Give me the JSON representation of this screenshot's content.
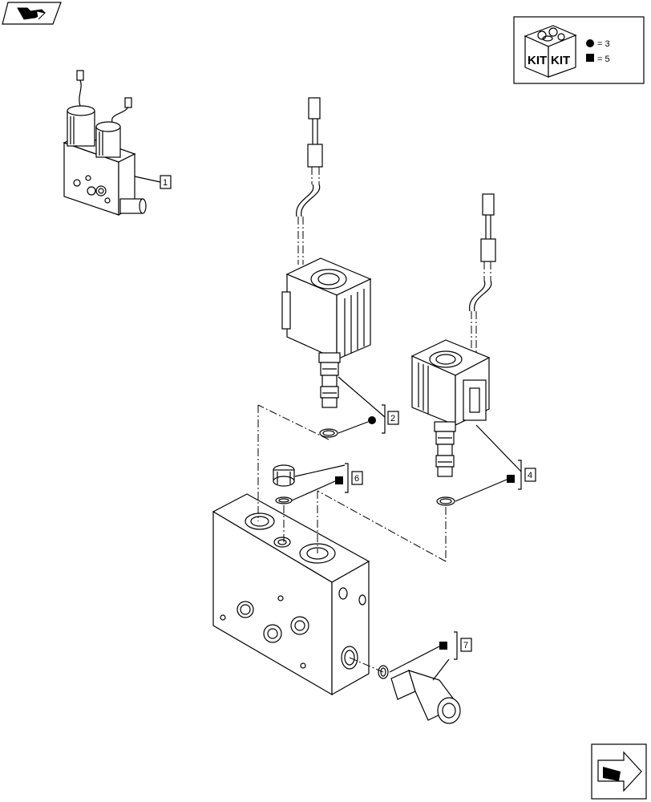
{
  "kit_legend": {
    "kit_label": "KIT",
    "circle_qty": "= 3",
    "square_qty": "= 5"
  },
  "callouts": [
    "1",
    "2",
    "4",
    "6",
    "7"
  ],
  "icons": {
    "top_left": "book-arrow-icon",
    "bottom_right": "next-page-arrow-icon",
    "kit": "kit-box-icon",
    "circle_marker": "filled-circle-icon",
    "square_marker": "filled-square-icon"
  }
}
